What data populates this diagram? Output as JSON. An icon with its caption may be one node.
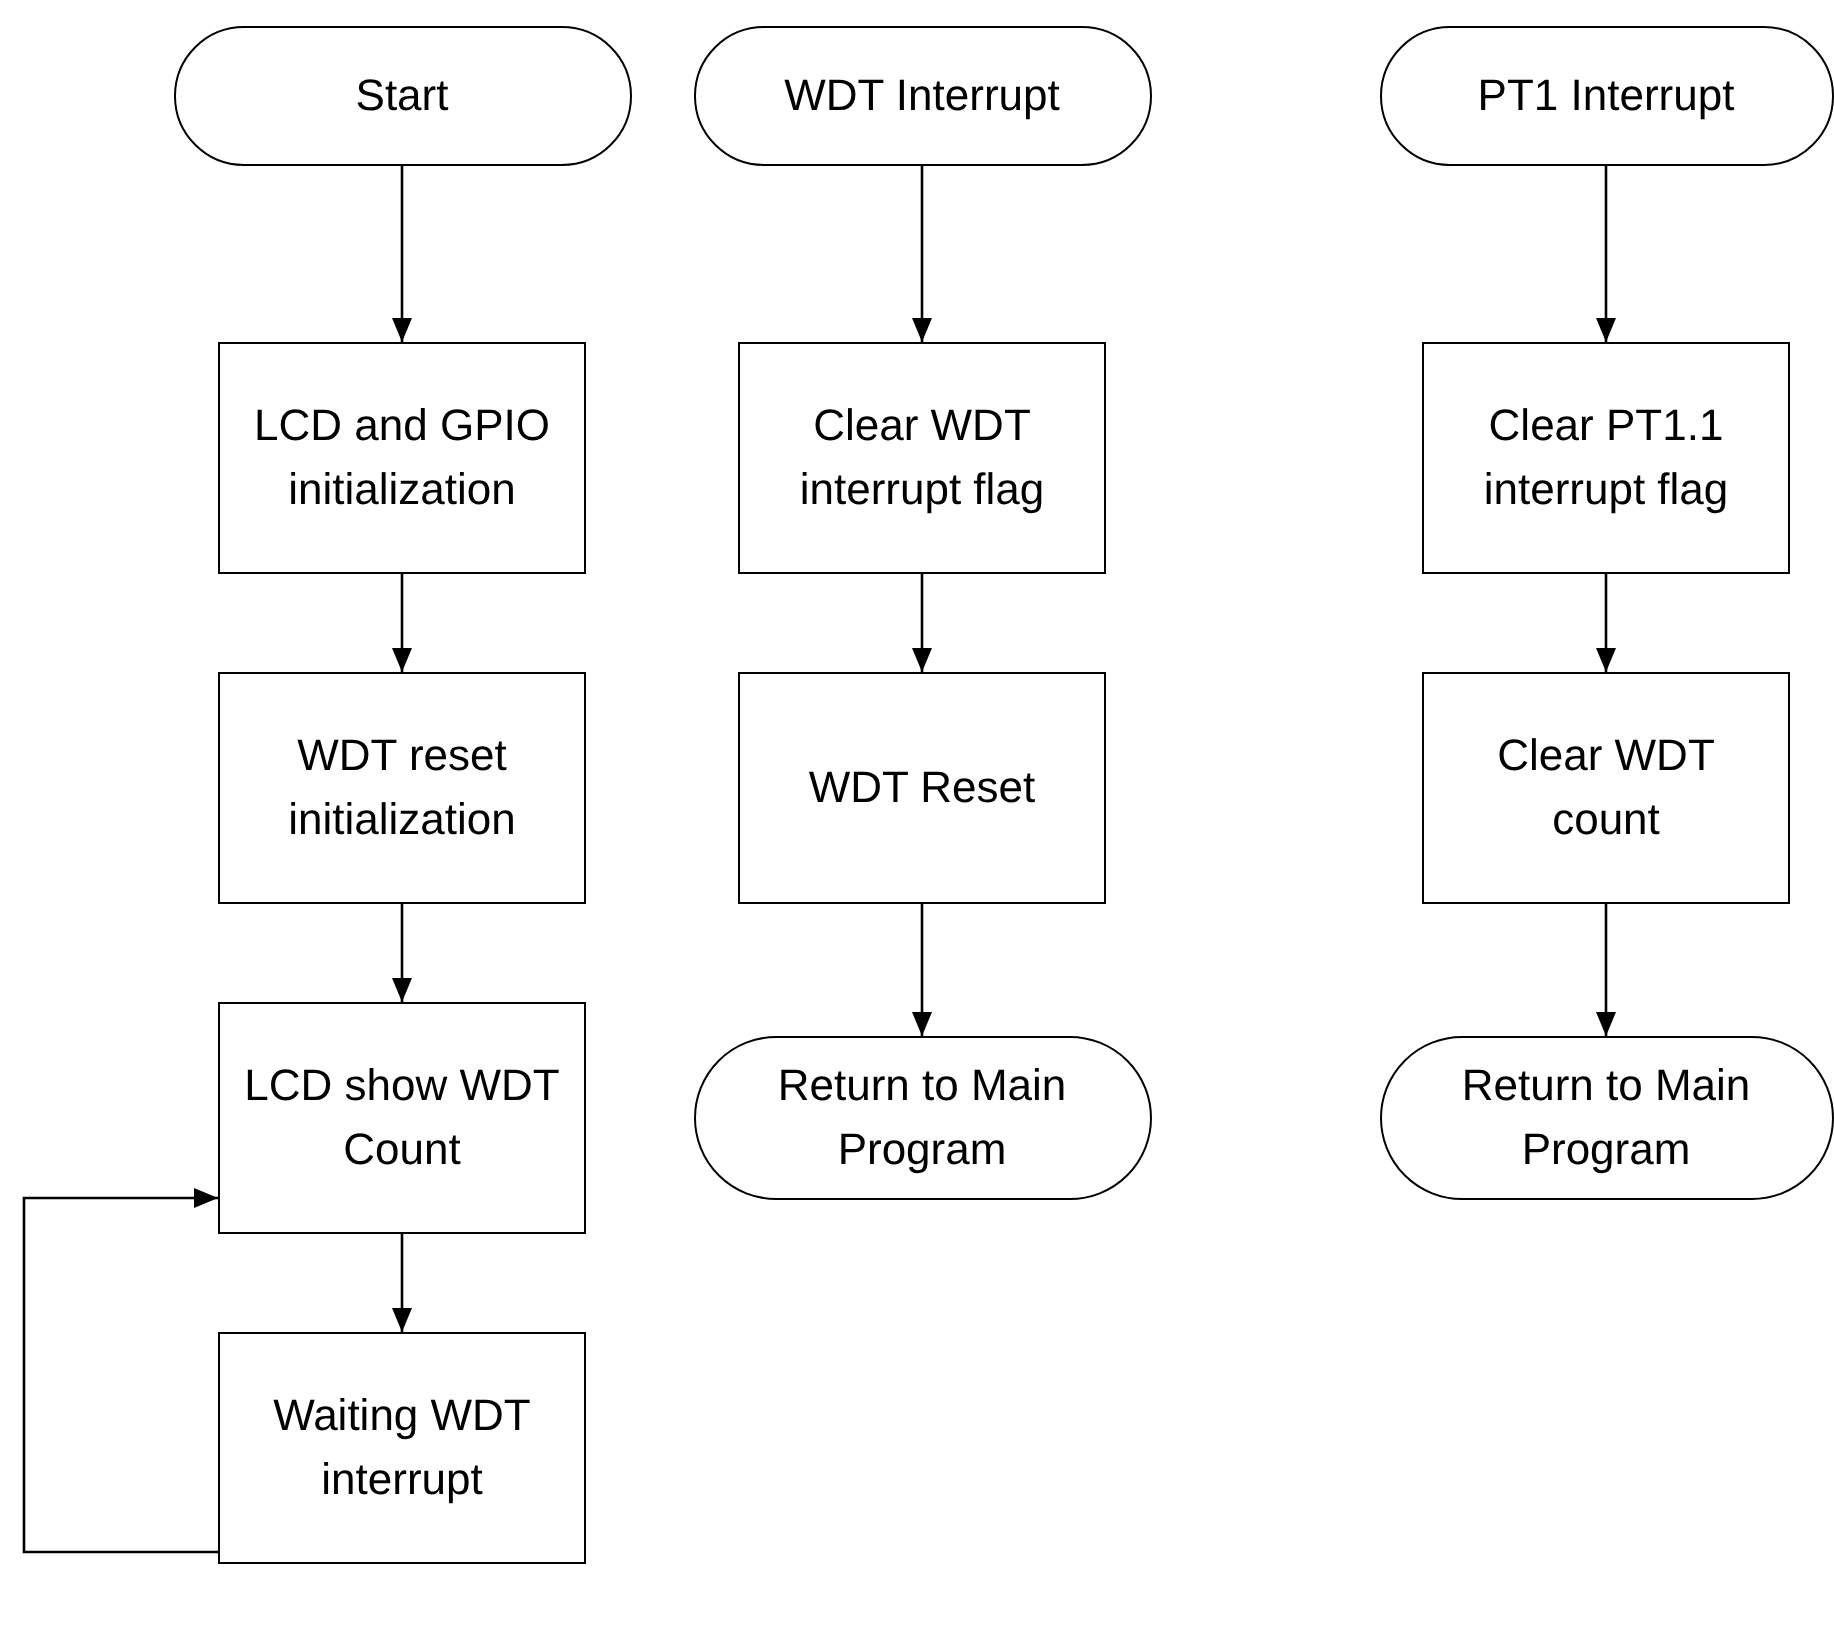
{
  "diagram": {
    "nodes": [
      {
        "text": [
          "Start"
        ]
      },
      {
        "text": [
          "LCD and GPIO initialization"
        ]
      },
      {
        "text": [
          "WDT reset initialization"
        ]
      },
      {
        "text": [
          "LCD show WDT Count"
        ]
      },
      {
        "text": [
          "Waiting WDT interrupt"
        ]
      },
      {
        "text": [
          "WDT Interrupt"
        ]
      },
      {
        "text": [
          "Clear WDT interrupt flag"
        ]
      },
      {
        "text": [
          "WDT Reset"
        ]
      },
      {
        "text": [
          "Return to Main Program"
        ]
      },
      {
        "text": [
          "PT1 Interrupt"
        ]
      },
      {
        "text": [
          "Clear PT1.1 interrupt flag"
        ]
      },
      {
        "text": [
          "Clear WDT count"
        ]
      },
      {
        "text": [
          "Return to Main Program"
        ]
      }
    ],
    "edges": [
      {
        "from": 0,
        "to": 1,
        "arrow": "to"
      },
      {
        "from": 1,
        "to": 2,
        "arrow": "to"
      },
      {
        "from": 2,
        "to": 3,
        "arrow": "to"
      },
      {
        "from": 3,
        "to": 4,
        "arrow": "to"
      },
      {
        "from": 4,
        "to": 3,
        "arrow": "to"
      },
      {
        "from": 5,
        "to": 6,
        "arrow": "to"
      },
      {
        "from": 6,
        "to": 7,
        "arrow": "to"
      },
      {
        "from": 7,
        "to": 8,
        "arrow": "to"
      },
      {
        "from": 9,
        "to": 10,
        "arrow": "to"
      },
      {
        "from": 10,
        "to": 11,
        "arrow": "to"
      },
      {
        "from": 11,
        "to": 12,
        "arrow": "to"
      }
    ]
  }
}
